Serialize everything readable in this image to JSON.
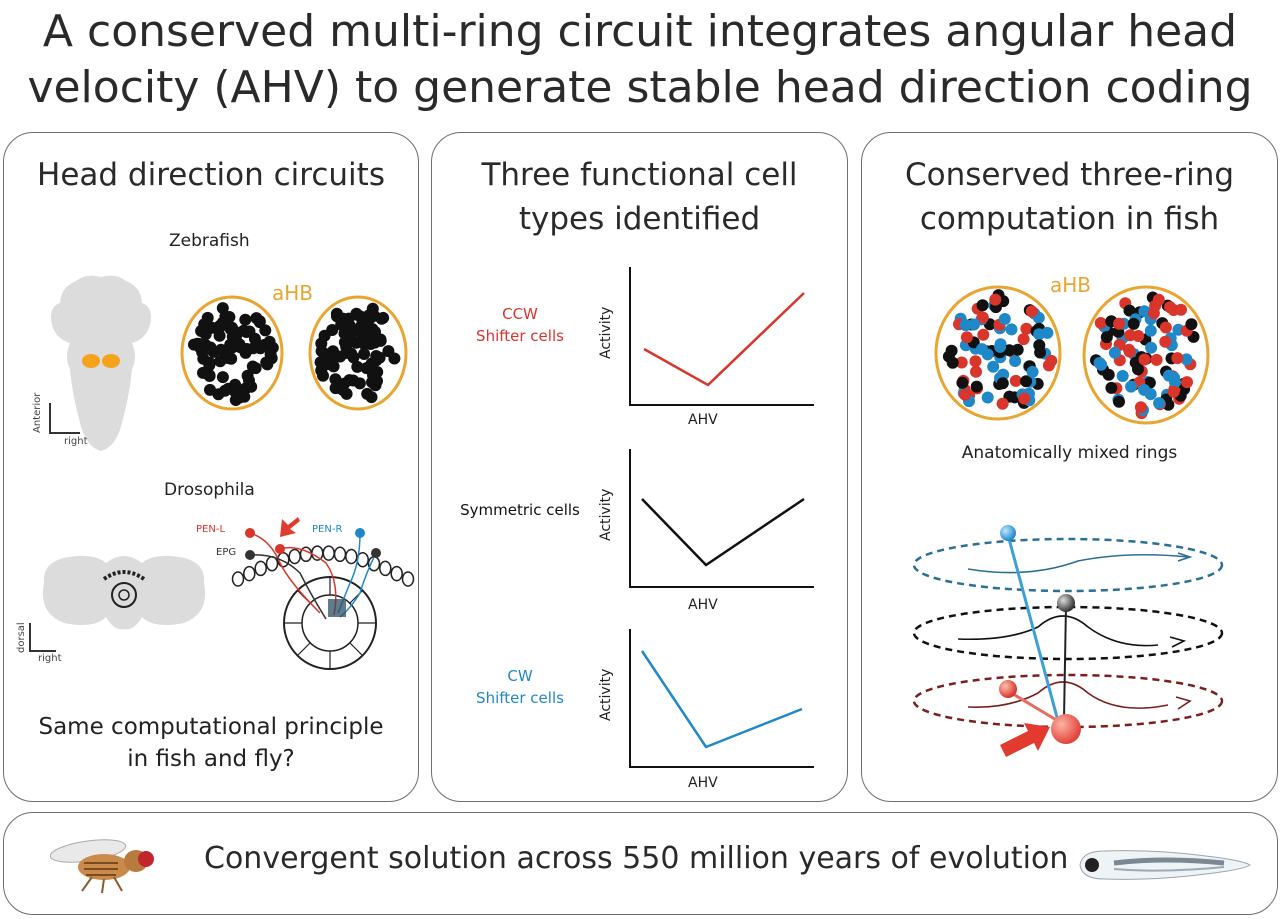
{
  "title": {
    "line1": "A conserved multi-ring circuit integrates angular head",
    "line2": "velocity (AHV) to generate stable head direction coding"
  },
  "panel1": {
    "title": "Head direction circuits",
    "zebrafish_label": "Zebrafish",
    "ahb_label": "aHB",
    "anterior_label": "Anterior",
    "right_label_1": "right",
    "drosophila_label": "Drosophila",
    "pen_l_label": "PEN-L",
    "pen_r_label": "PEN-R",
    "epg_label": "EPG",
    "dorsal_label": "dorsal",
    "right_label_2": "right",
    "question_line1": "Same computational principle",
    "question_line2": "in fish and fly?"
  },
  "panel2": {
    "title_line1": "Three functional cell",
    "title_line2": "types identified",
    "graphs": [
      {
        "label_line1": "CCW",
        "label_line2": "Shifter cells",
        "color": "#d9352a",
        "ylabel": "Activity",
        "xlabel": "AHV"
      },
      {
        "label_line1": "Symmetric cells",
        "label_line2": "",
        "color": "#111111",
        "ylabel": "Activity",
        "xlabel": "AHV"
      },
      {
        "label_line1": "CW",
        "label_line2": "Shifter cells",
        "color": "#1f88c9",
        "ylabel": "Activity",
        "xlabel": "AHV"
      }
    ]
  },
  "panel3": {
    "title_line1": "Conserved three-ring",
    "title_line2": "computation in fish",
    "ahb_label": "aHB",
    "mixed_label": "Anatomically mixed rings"
  },
  "bottom": {
    "text": "Convergent solution across 550 million years of evolution"
  },
  "colors": {
    "ccw_red": "#d9352a",
    "cw_blue": "#1f88c9",
    "symmetric_black": "#111111",
    "ahb_orange": "#e8a530",
    "border_gray": "#6e6e6e"
  },
  "icons": [
    "fruit-fly-illustration",
    "zebrafish-larva-illustration"
  ]
}
